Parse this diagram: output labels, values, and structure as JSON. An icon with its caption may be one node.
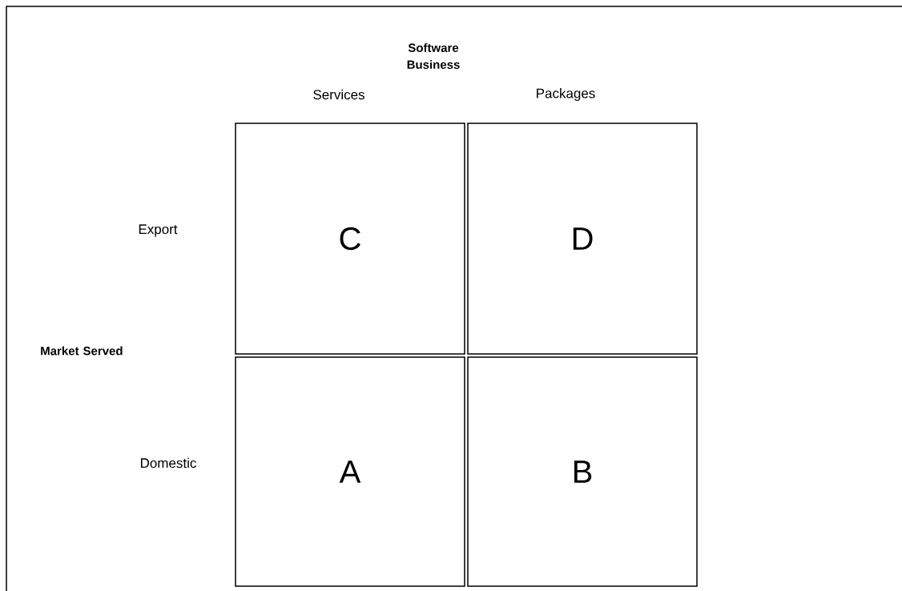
{
  "diagram": {
    "nodes": [
      {
        "text": [
          "C"
        ]
      },
      {
        "text": [
          "D"
        ]
      },
      {
        "text": [
          "A"
        ]
      },
      {
        "text": [
          "B"
        ]
      }
    ],
    "labels": [
      "Software Business",
      "Services",
      "Packages",
      "Export",
      "Market Served",
      "Domestic"
    ]
  }
}
